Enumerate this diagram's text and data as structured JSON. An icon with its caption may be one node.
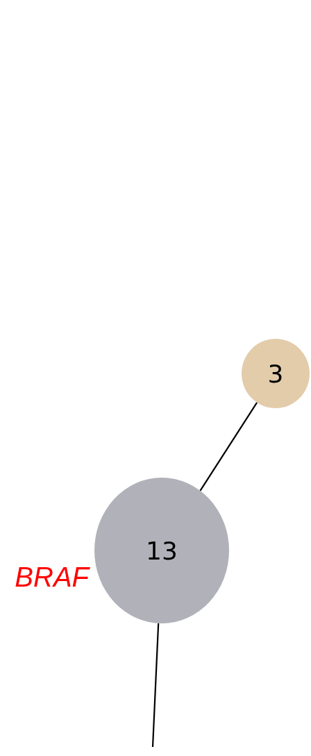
{
  "diagram": {
    "nodes": [
      {
        "text": [
          "3"
        ]
      },
      {
        "text": [
          "13"
        ],
        "beside": [
          "BRAF"
        ]
      }
    ],
    "edges": [
      {
        "from": 1,
        "to": 0,
        "arrow": "none"
      },
      {
        "from": 1,
        "to": null,
        "arrow": "none"
      }
    ]
  }
}
